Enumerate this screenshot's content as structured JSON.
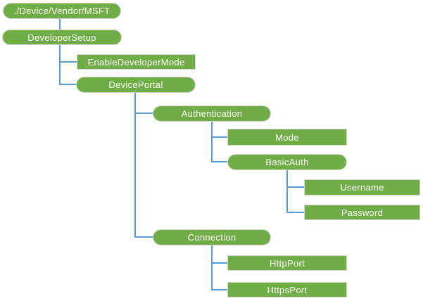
{
  "diagram": {
    "kind": "hierarchy-tree",
    "colors": {
      "node_fill": "#70AD47",
      "node_text": "#FFFFFF",
      "node_border": "#D6D6D6",
      "connector": "#5B9BD5",
      "background": "#FFFFFF"
    },
    "tree": {
      "label": "./Device/Vendor/MSFT",
      "children": [
        {
          "label": "DeveloperSetup",
          "children": [
            {
              "label": "EnableDeveloperMode",
              "children": []
            },
            {
              "label": "DevicePortal",
              "children": [
                {
                  "label": "Authentication",
                  "children": [
                    {
                      "label": "Mode",
                      "children": []
                    },
                    {
                      "label": "BasicAuth",
                      "children": [
                        {
                          "label": "Username",
                          "children": []
                        },
                        {
                          "label": "Password",
                          "children": []
                        }
                      ]
                    }
                  ]
                },
                {
                  "label": "Connection",
                  "children": [
                    {
                      "label": "HttpPort",
                      "children": []
                    },
                    {
                      "label": "HttpsPort",
                      "children": []
                    }
                  ]
                }
              ]
            }
          ]
        }
      ]
    }
  },
  "nodes": [
    {
      "label": "./Device/Vendor/MSFT",
      "shape": "pill"
    },
    {
      "label": "DeveloperSetup",
      "shape": "pill"
    },
    {
      "label": "EnableDeveloperMode",
      "shape": "rect"
    },
    {
      "label": "DevicePortal",
      "shape": "pill"
    },
    {
      "label": "Authentication",
      "shape": "pill"
    },
    {
      "label": "Mode",
      "shape": "rect"
    },
    {
      "label": "BasicAuth",
      "shape": "pill"
    },
    {
      "label": "Username",
      "shape": "rect"
    },
    {
      "label": "Password",
      "shape": "rect"
    },
    {
      "label": "Connection",
      "shape": "pill"
    },
    {
      "label": "HttpPort",
      "shape": "rect"
    },
    {
      "label": "HttpsPort",
      "shape": "rect"
    }
  ]
}
